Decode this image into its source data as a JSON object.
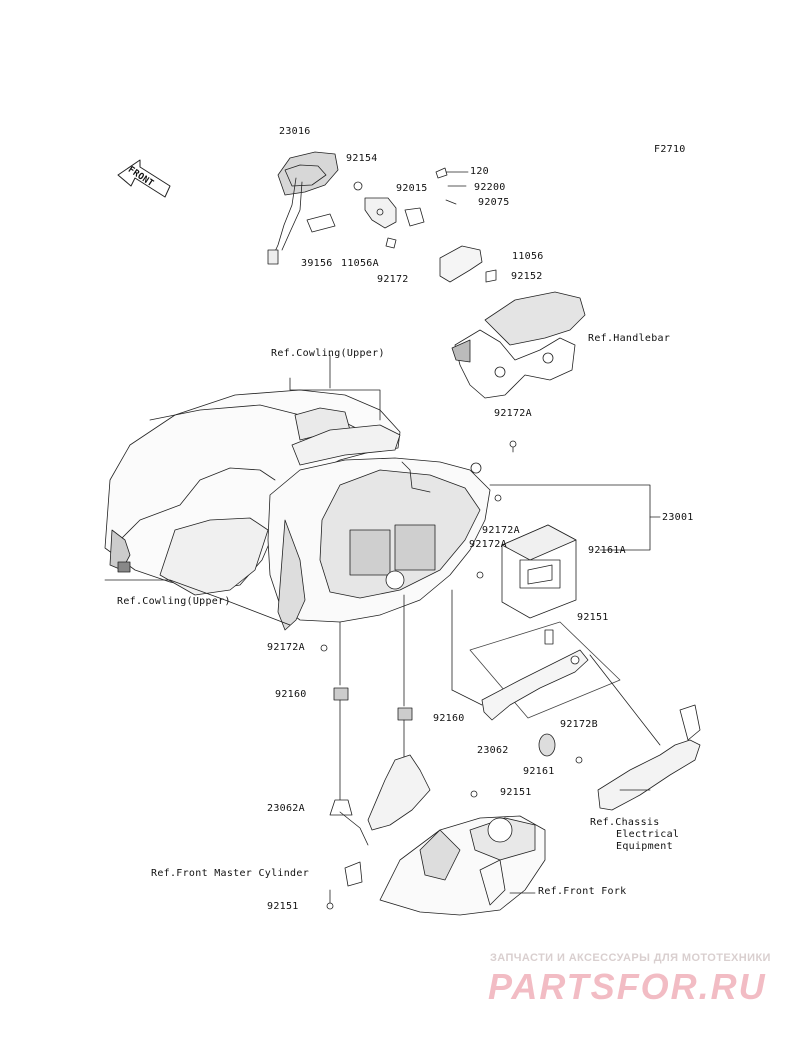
{
  "diagram_code": "F2710",
  "front_marker": "FRONT",
  "parts": {
    "p23016": "23016",
    "p92154": "92154",
    "p92015": "92015",
    "p120": "120",
    "p92200": "92200",
    "p92075": "92075",
    "p39156": "39156",
    "p11056A": "11056A",
    "p92172": "92172",
    "p11056": "11056",
    "p92152": "92152",
    "p92172A_1": "92172A",
    "p92172A_2": "92172A",
    "p92172A_3": "92172A",
    "p92172A_4": "92172A",
    "p23001": "23001",
    "p92161A": "92161A",
    "p92151_1": "92151",
    "p92160_1": "92160",
    "p92160_2": "92160",
    "p23062": "23062",
    "p92172B": "92172B",
    "p92161": "92161",
    "p23062A": "23062A",
    "p92151_2": "92151",
    "p92151_3": "92151"
  },
  "refs": {
    "handlebar": "Ref.Handlebar",
    "cowling_upper_top": "Ref.Cowling(Upper)",
    "cowling_upper_left": "Ref.Cowling(Upper)",
    "chassis_line1": "Ref.Chassis",
    "chassis_line2": "Electrical",
    "chassis_line3": "Equipment",
    "front_master_cylinder": "Ref.Front Master Cylinder",
    "front_fork": "Ref.Front Fork"
  },
  "watermark": {
    "tagline": "ЗАПЧАСТИ И АКСЕССУАРЫ ДЛЯ МОТОТЕХНИКИ",
    "logo": "PARTSFOR.RU",
    "logo_color": "#f2bcc4"
  }
}
